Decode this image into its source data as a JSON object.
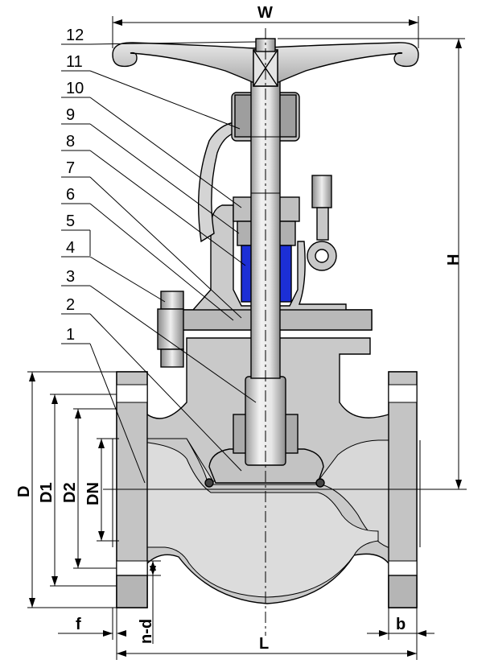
{
  "part_numbers": [
    "1",
    "2",
    "3",
    "4",
    "5",
    "6",
    "7",
    "8",
    "9",
    "10",
    "11",
    "12"
  ],
  "dimensions": {
    "W": "W",
    "H": "H",
    "D": "D",
    "D1": "D1",
    "D2": "D2",
    "DN": "DN",
    "L": "L",
    "f": "f",
    "b": "b",
    "nd": "n-d"
  },
  "colors": {
    "body": "#c9c9c9",
    "body_light": "#d6d6d6",
    "body_dark": "#a9a9a9",
    "packing": "#1c2fd6",
    "outline": "#000000"
  }
}
